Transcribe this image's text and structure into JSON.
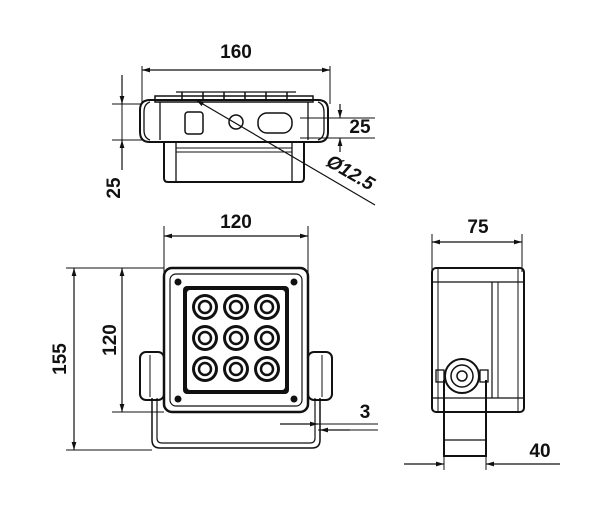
{
  "dimensions": {
    "top_width": "160",
    "top_side_height": "25",
    "top_protrusion": "25",
    "hole_diameter": "Ø12.5",
    "front_width": "120",
    "front_inner_height": "120",
    "front_total_height": "155",
    "bracket_thickness": "3",
    "side_depth": "75",
    "side_bracket_width": "40"
  },
  "led_grid": {
    "rows": 3,
    "cols": 3
  }
}
